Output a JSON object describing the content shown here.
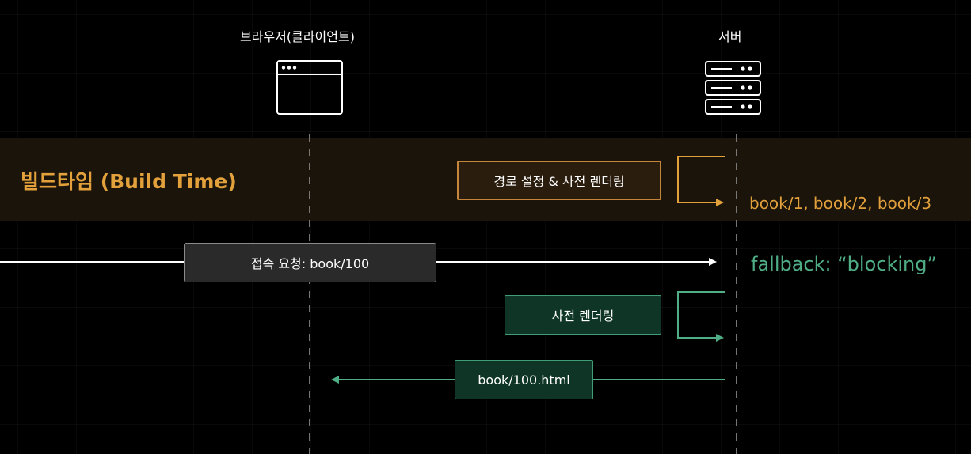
{
  "header": {
    "client_label": "브라우저(클라이언트)",
    "server_label": "서버"
  },
  "build_time": {
    "title": "빌드타임 (Build Time)",
    "step_label": "경로 설정 & 사전 렌더링",
    "output_pages": "book/1, book/2, book/3"
  },
  "request": {
    "label": "접속 요청:  book/100",
    "fallback_text": "fallback: “blocking”"
  },
  "prerender": {
    "label": "사전 렌더링"
  },
  "response": {
    "label": "book/100.html"
  },
  "colors": {
    "background": "#000000",
    "build_accent": "#e3a13c",
    "blocking_accent": "#4fae86",
    "arrow_white": "#ffffff"
  },
  "icons": [
    "browser-window-icon",
    "server-rack-icon"
  ]
}
